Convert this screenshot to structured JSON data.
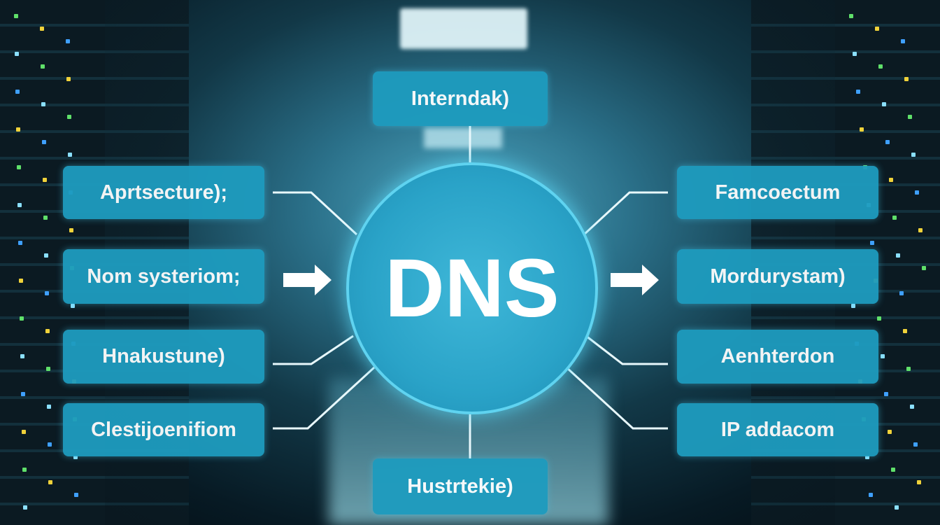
{
  "diagram": {
    "center_label": "DNS",
    "top_label": "Interndak)",
    "bottom_label": "Hustrtekie)",
    "left_labels": [
      "Aprtsecture);",
      "Nom systeriom;",
      "Hnakustune)",
      "Clestijoenifiom"
    ],
    "right_labels": [
      "Famcoectum",
      "Mordurystam)",
      "Aenhterdon",
      "IP addacom"
    ],
    "accent_color": "#1e9cbf"
  }
}
